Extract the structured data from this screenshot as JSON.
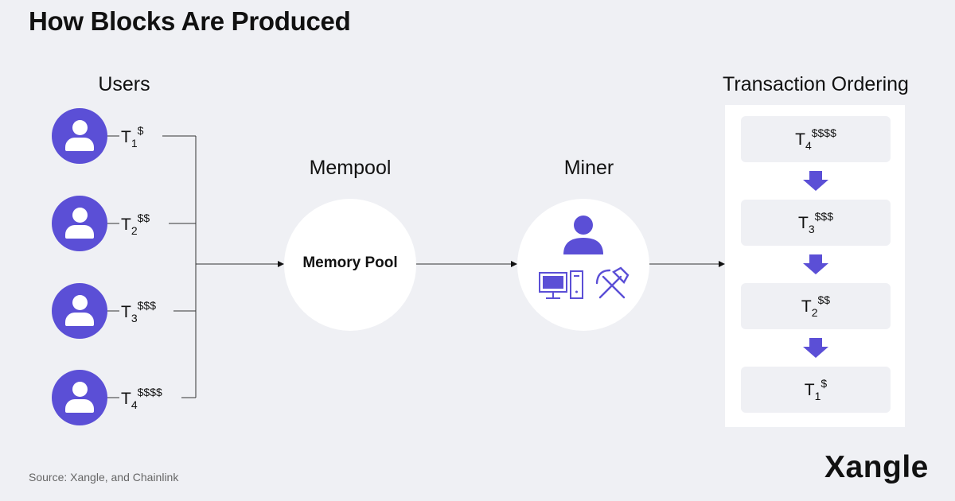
{
  "title": "How Blocks Are Produced",
  "headings": {
    "users": "Users",
    "mempool": "Mempool",
    "miner": "Miner",
    "ordering": "Transaction Ordering"
  },
  "users": [
    {
      "base": "T",
      "index": "1",
      "fee": "$"
    },
    {
      "base": "T",
      "index": "2",
      "fee": "$$"
    },
    {
      "base": "T",
      "index": "3",
      "fee": "$$$"
    },
    {
      "base": "T",
      "index": "4",
      "fee": "$$$$"
    }
  ],
  "mempool": {
    "label": "Memory Pool"
  },
  "ordering": [
    {
      "base": "T",
      "index": "4",
      "fee": "$$$$"
    },
    {
      "base": "T",
      "index": "3",
      "fee": "$$$"
    },
    {
      "base": "T",
      "index": "2",
      "fee": "$$"
    },
    {
      "base": "T",
      "index": "1",
      "fee": "$"
    }
  ],
  "source": "Source: Xangle, and Chainlink",
  "logo": "Xangle",
  "colors": {
    "accent": "#5b4fd6",
    "background": "#eff0f4",
    "panel": "#ffffff"
  },
  "icons": {
    "user": "person-icon",
    "computer": "computer-icon",
    "mining": "hammer-pickaxe-icon",
    "order_arrow": "arrow-down-icon"
  }
}
